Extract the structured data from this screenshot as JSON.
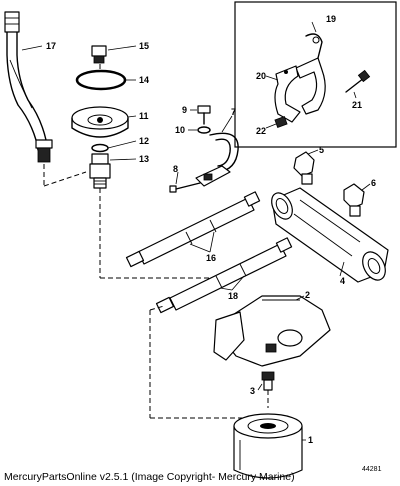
{
  "caption": "MercuryPartsOnline v2.5.1 (Image Copyright- Mercury Marine)",
  "reference_number": "44281",
  "callouts": {
    "n1": "1",
    "n2": "2",
    "n3": "3",
    "n4": "4",
    "n5": "5",
    "n6": "6",
    "n7": "7",
    "n8": "8",
    "n9": "9",
    "n10": "10",
    "n11": "11",
    "n12": "12",
    "n13": "13",
    "n14": "14",
    "n15": "15",
    "n16": "16",
    "n17": "17",
    "n18": "18",
    "n19": "19",
    "n20": "20",
    "n21": "21",
    "n22": "22"
  }
}
